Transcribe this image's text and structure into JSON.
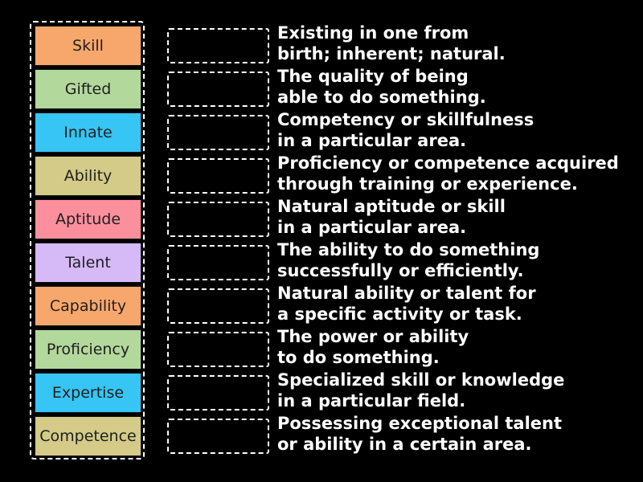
{
  "word_bank": {
    "tiles": [
      {
        "label": "Skill",
        "color": "#f8a76c"
      },
      {
        "label": "Gifted",
        "color": "#b3d89c"
      },
      {
        "label": "Innate",
        "color": "#36c5f4"
      },
      {
        "label": "Ability",
        "color": "#d3cb87"
      },
      {
        "label": "Aptitude",
        "color": "#fc8f9c"
      },
      {
        "label": "Talent",
        "color": "#d6b9f7"
      },
      {
        "label": "Capability",
        "color": "#f8a76c"
      },
      {
        "label": "Proficiency",
        "color": "#b3d89c"
      },
      {
        "label": "Expertise",
        "color": "#36c5f4"
      },
      {
        "label": "Competence",
        "color": "#d3cb87"
      }
    ]
  },
  "definitions": [
    {
      "line1": "Existing in one from",
      "line2": "birth; inherent; natural."
    },
    {
      "line1": "The quality of being",
      "line2": "able to do something."
    },
    {
      "line1": "Competency or skillfulness",
      "line2": "in a particular area."
    },
    {
      "line1": "Proficiency or competence acquired",
      "line2": "through training or experience."
    },
    {
      "line1": "Natural aptitude or skill",
      "line2": "in a particular area."
    },
    {
      "line1": "The ability to do something",
      "line2": "successfully or efficiently."
    },
    {
      "line1": "Natural ability or talent for",
      "line2": "a specific activity or task."
    },
    {
      "line1": "The power or ability",
      "line2": "to do something."
    },
    {
      "line1": "Specialized skill or knowledge",
      "line2": "in a particular field."
    },
    {
      "line1": "Possessing exceptional talent",
      "line2": "or ability in a certain area."
    }
  ]
}
